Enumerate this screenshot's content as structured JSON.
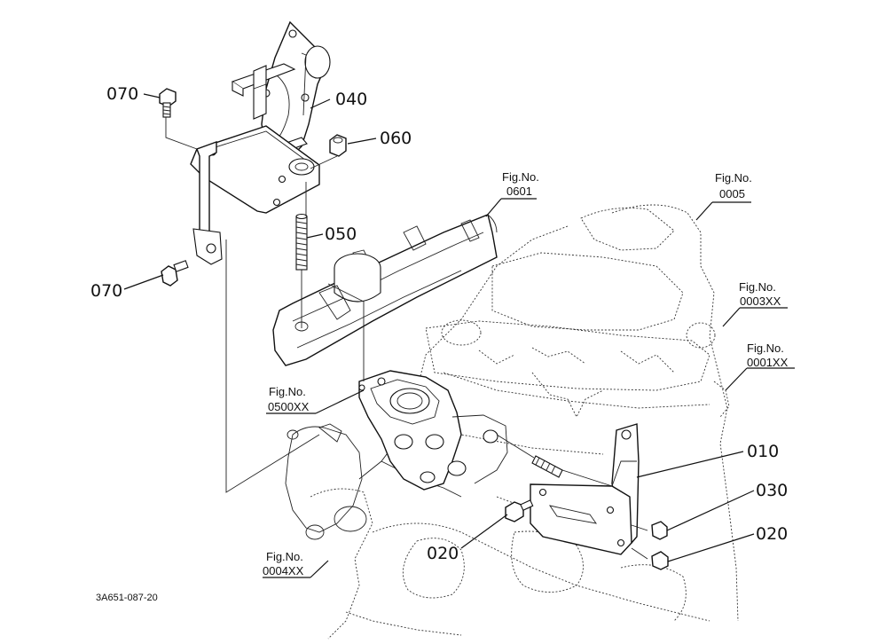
{
  "callouts": {
    "c070_top": "070",
    "c040": "040",
    "c060": "060",
    "c050": "050",
    "c070_left": "070",
    "c010": "010",
    "c030": "030",
    "c020_right": "020",
    "c020_mid": "020"
  },
  "fig_refs": {
    "fig0601": {
      "label": "Fig.No.",
      "number": "0601"
    },
    "fig0005": {
      "label": "Fig.No.",
      "number": "0005"
    },
    "fig0003": {
      "label": "Fig.No.",
      "number": "0003XX"
    },
    "fig0001": {
      "label": "Fig.No.",
      "number": "0001XX"
    },
    "fig0500": {
      "label": "Fig.No.",
      "number": "0500XX"
    },
    "fig0004": {
      "label": "Fig.No.",
      "number": "0004XX"
    }
  },
  "drawing_code": "3A651-087-20"
}
